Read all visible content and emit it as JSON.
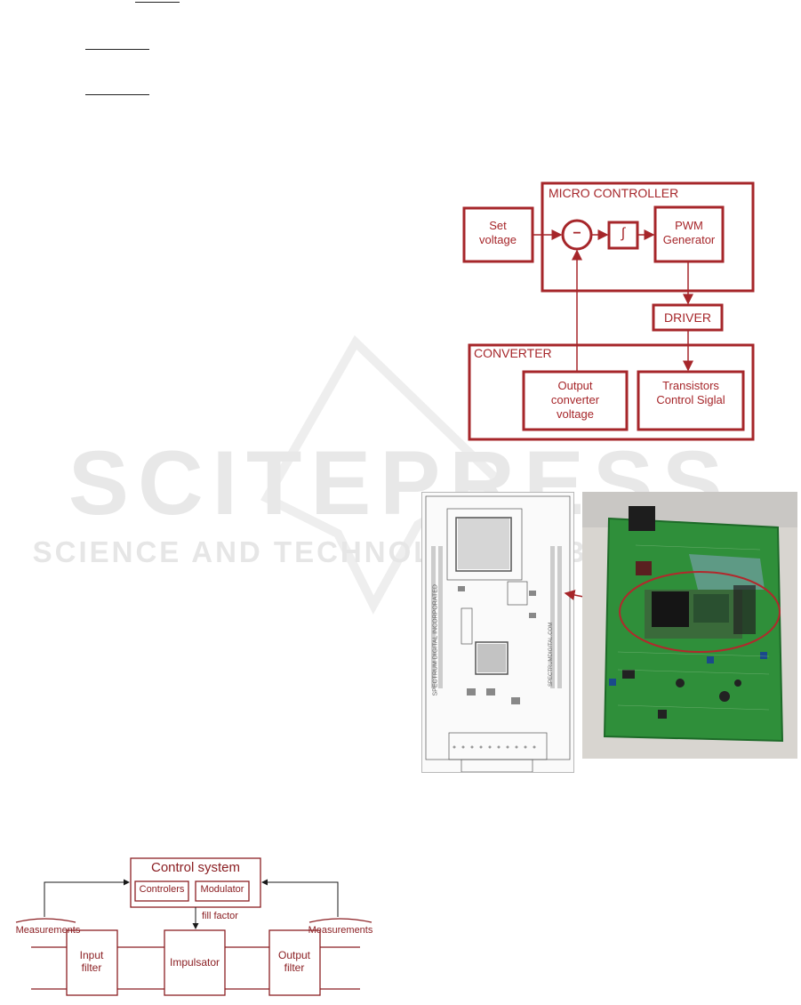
{
  "watermark": {
    "big_text": "SCITEPRESS",
    "sub_text": "SCIENCE AND TECHNOLOGY PUBLICATIONS"
  },
  "diagram1": {
    "micro_title": "MICRO CONTROLLER",
    "set_voltage": "Set voltage",
    "summing_symbol": "−",
    "integrator_symbol": "∫",
    "pwm": "PWM Generator",
    "driver": "DRIVER",
    "converter_title": "CONVERTER",
    "output_voltage": "Output converter voltage",
    "transistors": "Transistors Control Siglal",
    "color": "#a6262a"
  },
  "board": {
    "silkscreen_left": "SPECTRUM DIGITAL INCORPORATED",
    "silkscreen_right": "SPECTRUMDIGITAL.COM"
  },
  "diagram2": {
    "control_system": "Control system",
    "controllers": "Controlers",
    "modulator": "Modulator",
    "fill_factor": "fill factor",
    "measurements_left": "Measurements",
    "measurements_right": "Measurements",
    "input_filter": "Input filter",
    "impulsator": "Impulsator",
    "output_filter": "Output filter",
    "color": "#8b1f23"
  }
}
